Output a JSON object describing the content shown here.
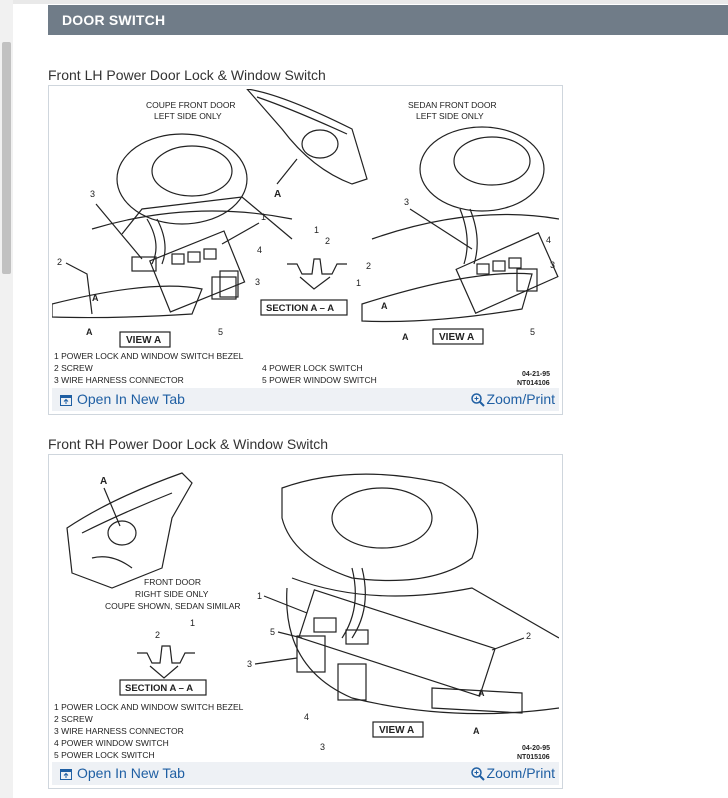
{
  "section": {
    "title": "DOOR SWITCH"
  },
  "figures": [
    {
      "title": "Front LH Power Door Lock & Window Switch",
      "captions": {
        "coupe_line1": "COUPE FRONT DOOR",
        "coupe_line2": "LEFT SIDE ONLY",
        "sedan_line1": "SEDAN FRONT DOOR",
        "sedan_line2": "LEFT SIDE ONLY",
        "section_label": "SECTION A – A",
        "view_label": "VIEW A",
        "view_label_2": "VIEW A",
        "marker_a": "A"
      },
      "callouts": {
        "c1": "1",
        "c2": "2",
        "c3": "3",
        "c4": "4",
        "c5": "5"
      },
      "legend": [
        "1  POWER LOCK AND WINDOW SWITCH BEZEL",
        "2  SCREW",
        "3  WIRE HARNESS CONNECTOR",
        "4  POWER LOCK SWITCH",
        "5  POWER WINDOW SWITCH"
      ],
      "ref_date": "04-21-95",
      "ref_code": "NT014106",
      "open_label": "Open In New Tab",
      "zoom_label": "Zoom/Print"
    },
    {
      "title": "Front RH Power Door Lock & Window Switch",
      "captions": {
        "door_line1": "FRONT DOOR",
        "door_line2": "RIGHT SIDE ONLY",
        "door_line3": "COUPE SHOWN, SEDAN SIMILAR",
        "section_label": "SECTION A – A",
        "view_label": "VIEW A",
        "marker_a": "A"
      },
      "callouts": {
        "c1": "1",
        "c2": "2",
        "c3": "3",
        "c4": "4",
        "c5": "5"
      },
      "legend": [
        "1  POWER LOCK AND WINDOW SWITCH BEZEL",
        "2  SCREW",
        "3  WIRE HARNESS CONNECTOR",
        "4  POWER WINDOW SWITCH",
        "5  POWER LOCK SWITCH"
      ],
      "ref_date": "04-20-95",
      "ref_code": "NT015106",
      "open_label": "Open In New Tab",
      "zoom_label": "Zoom/Print"
    }
  ],
  "colors": {
    "header_bg": "#707c88",
    "link": "#1f5fa3",
    "footer_bg": "#eef1f5"
  }
}
